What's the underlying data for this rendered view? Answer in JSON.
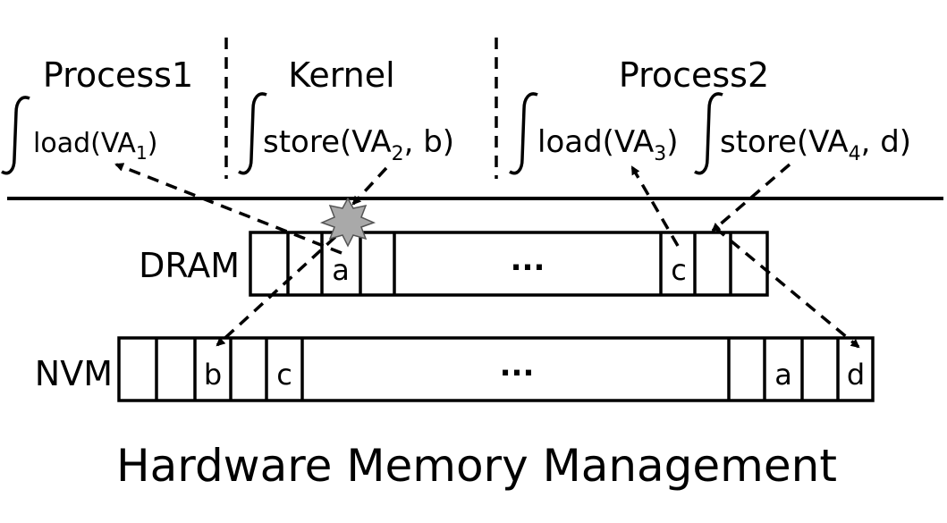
{
  "headers": {
    "process1": "Process1",
    "kernel": "Kernel",
    "process2": "Process2"
  },
  "operations": {
    "p1_load": {
      "prefix": "load(VA",
      "sub": "1",
      "suffix": ")"
    },
    "k_store": {
      "prefix": "store(VA",
      "sub": "2",
      "suffix": ", b)"
    },
    "p2_load": {
      "prefix": "load(VA",
      "sub": "3",
      "suffix": ")"
    },
    "p2_store": {
      "prefix": "store(VA",
      "sub": "4",
      "suffix": ", d)"
    }
  },
  "dram": {
    "label": "DRAM",
    "cell_a": "a",
    "ellipsis": "...",
    "cell_c": "c"
  },
  "nvm": {
    "label": "NVM",
    "cell_b": "b",
    "cell_c": "c",
    "ellipsis": "...",
    "cell_a": "a",
    "cell_d": "d"
  },
  "footer": "Hardware Memory Management",
  "colors": {
    "line": "#000000",
    "burst": "#a9a9a9"
  }
}
